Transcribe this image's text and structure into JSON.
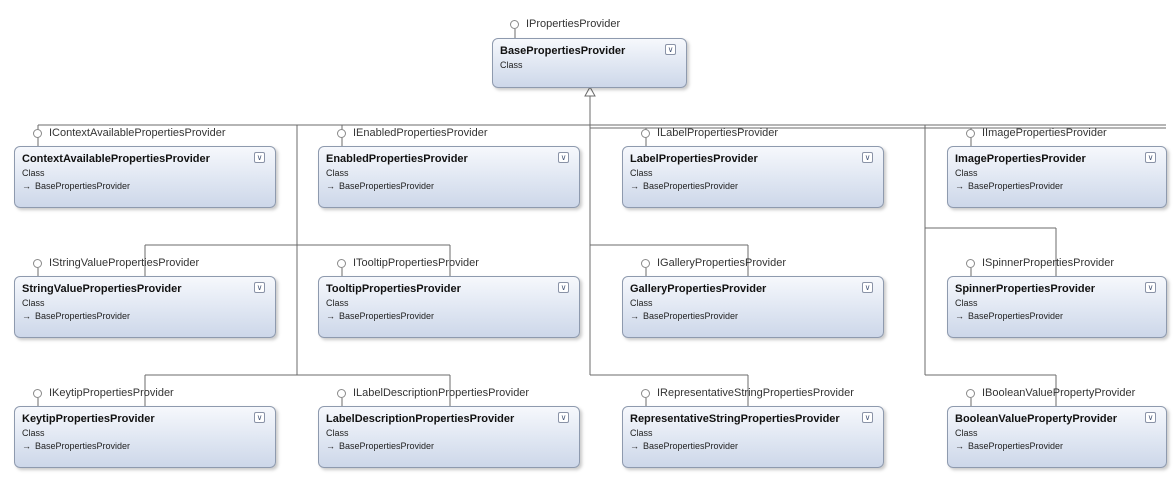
{
  "root": {
    "interface": "IPropertiesProvider",
    "name": "BasePropertiesProvider",
    "kind": "Class"
  },
  "nodes": [
    {
      "interface": "IContextAvailablePropertiesProvider",
      "name": "ContextAvailablePropertiesProvider",
      "kind": "Class",
      "base": "BasePropertiesProvider"
    },
    {
      "interface": "IEnabledPropertiesProvider",
      "name": "EnabledPropertiesProvider",
      "kind": "Class",
      "base": "BasePropertiesProvider"
    },
    {
      "interface": "ILabelPropertiesProvider",
      "name": "LabelPropertiesProvider",
      "kind": "Class",
      "base": "BasePropertiesProvider"
    },
    {
      "interface": "IImagePropertiesProvider",
      "name": "ImagePropertiesProvider",
      "kind": "Class",
      "base": "BasePropertiesProvider"
    },
    {
      "interface": "IStringValuePropertiesProvider",
      "name": "StringValuePropertiesProvider",
      "kind": "Class",
      "base": "BasePropertiesProvider"
    },
    {
      "interface": "ITooltipPropertiesProvider",
      "name": "TooltipPropertiesProvider",
      "kind": "Class",
      "base": "BasePropertiesProvider"
    },
    {
      "interface": "IGalleryPropertiesProvider",
      "name": "GalleryPropertiesProvider",
      "kind": "Class",
      "base": "BasePropertiesProvider"
    },
    {
      "interface": "ISpinnerPropertiesProvider",
      "name": "SpinnerPropertiesProvider",
      "kind": "Class",
      "base": "BasePropertiesProvider"
    },
    {
      "interface": "IKeytipPropertiesProvider",
      "name": "KeytipPropertiesProvider",
      "kind": "Class",
      "base": "BasePropertiesProvider"
    },
    {
      "interface": "ILabelDescriptionPropertiesProvider",
      "name": "LabelDescriptionPropertiesProvider",
      "kind": "Class",
      "base": "BasePropertiesProvider"
    },
    {
      "interface": "IRepresentativeStringPropertiesProvider",
      "name": "RepresentativeStringPropertiesProvider",
      "kind": "Class",
      "base": "BasePropertiesProvider"
    },
    {
      "interface": "IBooleanValuePropertyProvider",
      "name": "BooleanValuePropertyProvider",
      "kind": "Class",
      "base": "BasePropertiesProvider"
    }
  ],
  "icons": {
    "expander": "double-chevron-down-icon",
    "inherits": "arrow-right-icon",
    "interface": "lollipop-interface-icon"
  },
  "colors": {
    "box_border": "#8e9aae",
    "box_fill_top": "#f6f8fc",
    "box_fill_bottom": "#cdd7e9",
    "connector": "#6b6b6b"
  }
}
